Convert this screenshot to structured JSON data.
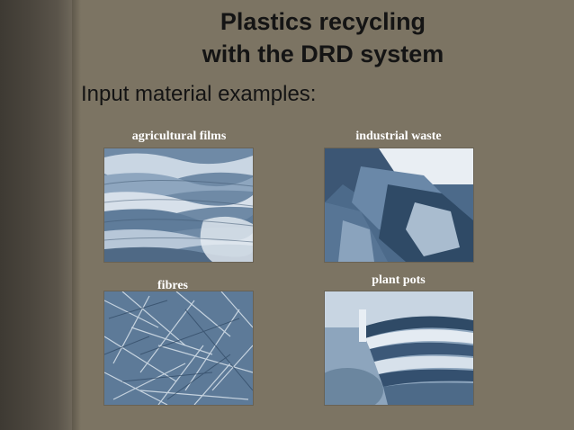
{
  "slide": {
    "title_line1": "Plastics recycling",
    "title_line2": "with the DRD system",
    "subtitle": "Input material examples:"
  },
  "images": [
    {
      "id": "agricultural-films",
      "caption": "agricultural films"
    },
    {
      "id": "industrial-waste",
      "caption": "industrial waste"
    },
    {
      "id": "fibres",
      "caption": "fibres"
    },
    {
      "id": "plant-pots",
      "caption": "plant pots"
    }
  ]
}
